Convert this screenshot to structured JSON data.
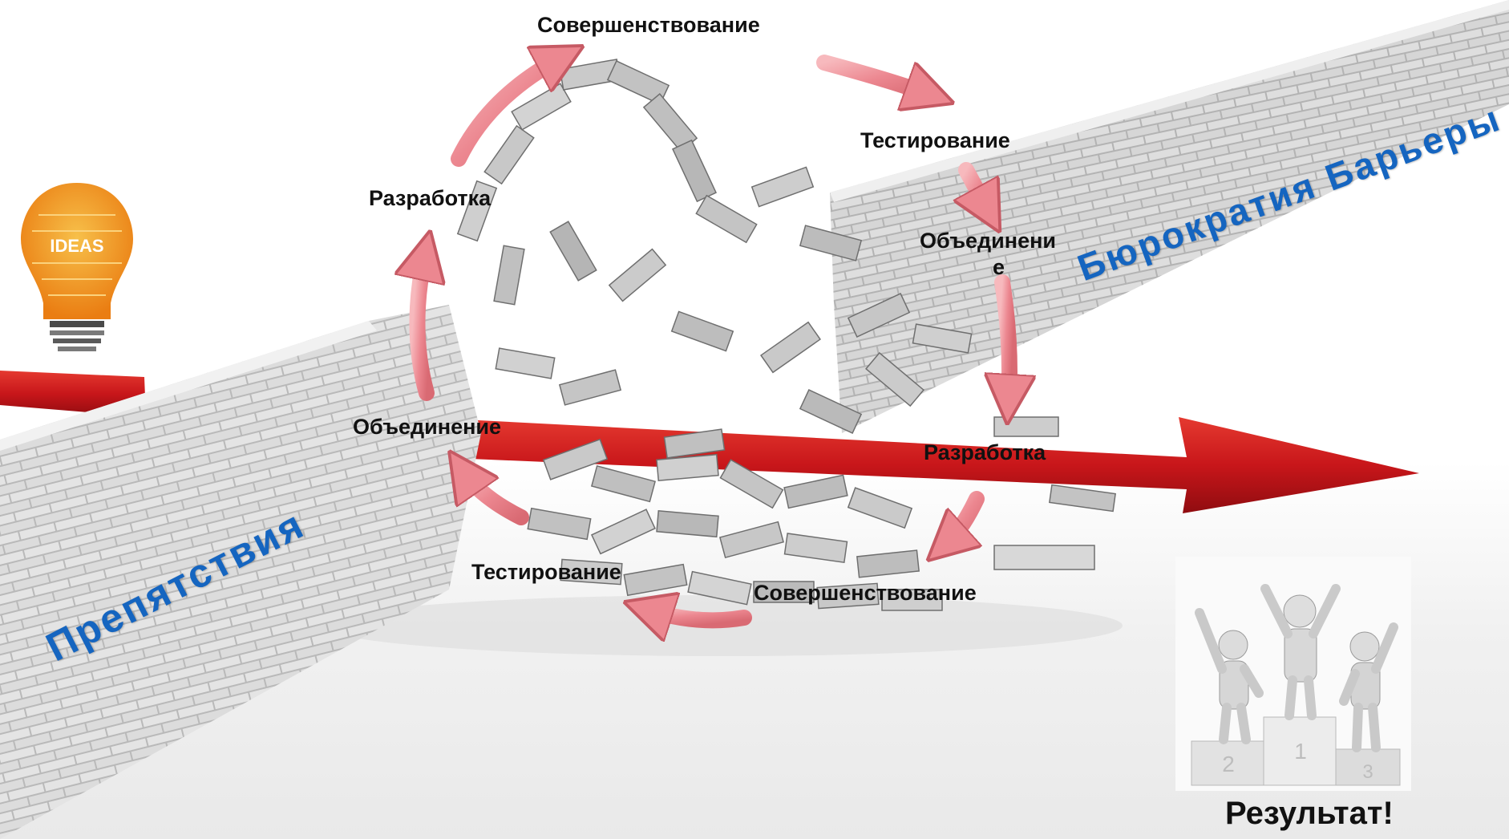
{
  "cycle_labels": {
    "top_sovershenstvovanie": "Совершенствование",
    "top_testirovanie": "Тестирование",
    "right_obedinenie_line1": "Объединени",
    "right_obedinenie_line2": "е",
    "upper_razrabotka": "Разработка",
    "left_obedinenie": "Объединение",
    "lower_razrabotka": "Разработка",
    "lower_testirovanie": "Тестирование",
    "lower_sovershenstvovanie": "Совершенствование"
  },
  "wall_labels": {
    "left_wall": "Препятствия",
    "right_wall": "Бюрократия Барьеры"
  },
  "result_label": "Результат!",
  "bulb_text": "IDEAS",
  "podium_numbers": [
    "2",
    "1",
    "3"
  ],
  "colors": {
    "main_arrow": "#c8161a",
    "cycle_arrow": "#ef8f96",
    "wall_label": "#1565c0",
    "brick": "#a9a9a9",
    "bulb": "#f29a1f"
  }
}
